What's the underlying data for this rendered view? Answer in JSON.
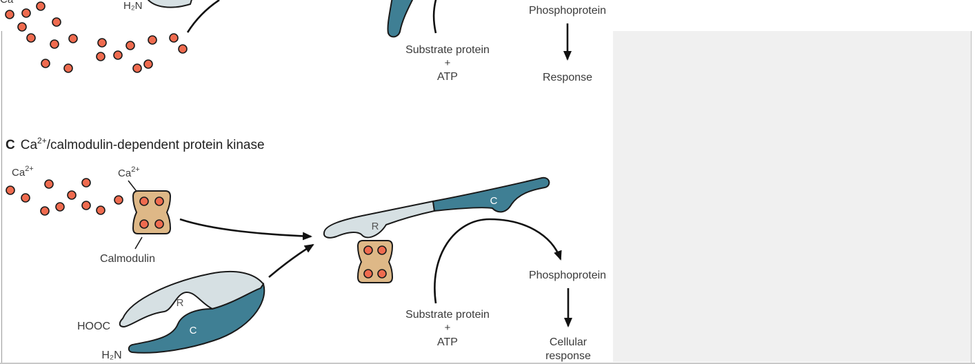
{
  "top_fragment": {
    "h2n_label": "H₂N",
    "phosphoprotein_label": "Phosphoprotein",
    "substrate_label": "Substrate protein",
    "plus_label": "+",
    "atp_label": "ATP",
    "response_label": "Response"
  },
  "panel_c": {
    "letter": "C",
    "title_prefix": "Ca",
    "title_superscript": "2+",
    "title_suffix": "/calmodulin-dependent protein kinase",
    "ca_label_left": "Ca",
    "ca_label_left_sup": "2+",
    "ca_label_bound": "Ca",
    "ca_label_bound_sup": "2+",
    "calmodulin_label": "Calmodulin",
    "regulatory_letter": "R",
    "catalytic_letter": "C",
    "hooc_label": "HOOC",
    "h2n_label": "H₂N",
    "substrate_label": "Substrate protein",
    "plus_label": "+",
    "atp_label": "ATP",
    "phosphoprotein_label": "Phosphoprotein",
    "response_line1": "Cellular",
    "response_line2": "response"
  },
  "colors": {
    "calcium": "#ef6b4f",
    "calmodulin": "#deb887",
    "regulatory_domain": "#d6e0e3",
    "catalytic_domain": "#3f7f94",
    "side_panel": "#f0f0f0"
  }
}
